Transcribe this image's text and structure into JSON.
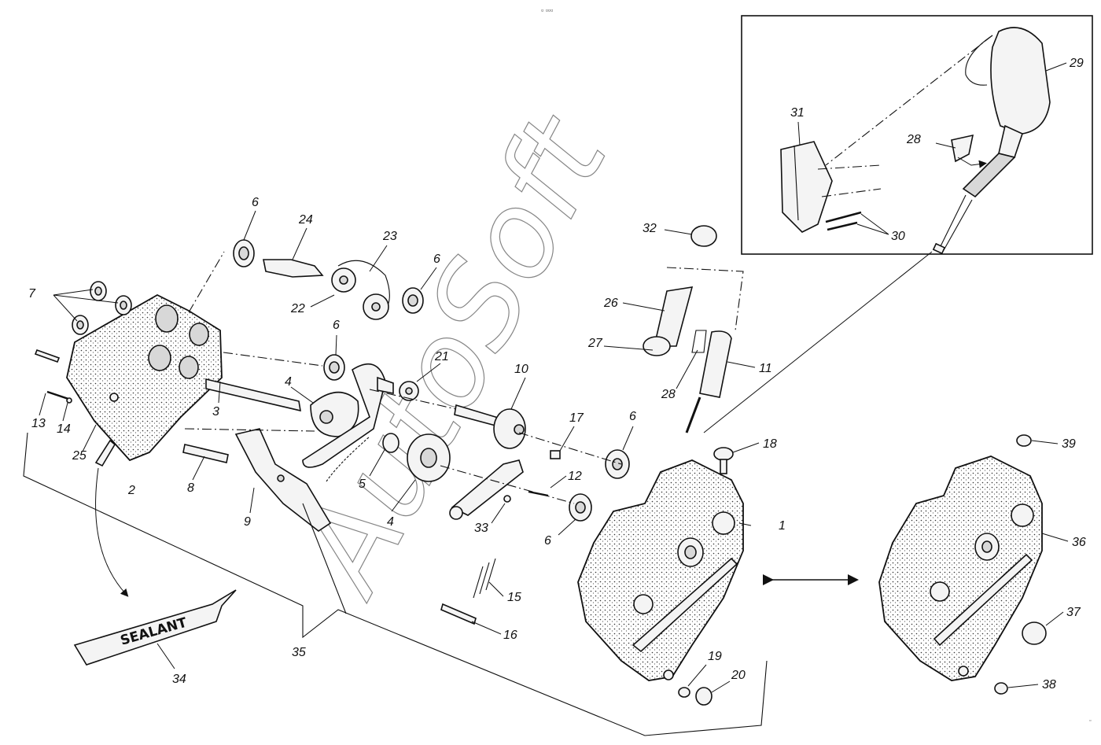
{
  "header_mark": "▫ ▫▫▫",
  "corner_mark": "▫",
  "watermark": "AutoSoft",
  "sealant_text": "SEALANT",
  "labels": {
    "p1": "1",
    "p2": "2",
    "p3": "3",
    "p4a": "4",
    "p4b": "4",
    "p5": "5",
    "p6a": "6",
    "p6b": "6",
    "p6c": "6",
    "p6d": "6",
    "p6e": "6",
    "p7": "7",
    "p8": "8",
    "p9": "9",
    "p10": "10",
    "p11": "11",
    "p12": "12",
    "p13": "13",
    "p14": "14",
    "p15": "15",
    "p16": "16",
    "p17": "17",
    "p18": "18",
    "p19": "19",
    "p20": "20",
    "p21": "21",
    "p22": "22",
    "p23": "23",
    "p24": "24",
    "p25": "25",
    "p26": "26",
    "p27": "27",
    "p28a": "28",
    "p28b": "28",
    "p29": "29",
    "p30": "30",
    "p31": "31",
    "p32": "32",
    "p33": "33",
    "p34": "34",
    "p35": "35",
    "p36": "36",
    "p37": "37",
    "p38": "38",
    "p39": "39"
  }
}
